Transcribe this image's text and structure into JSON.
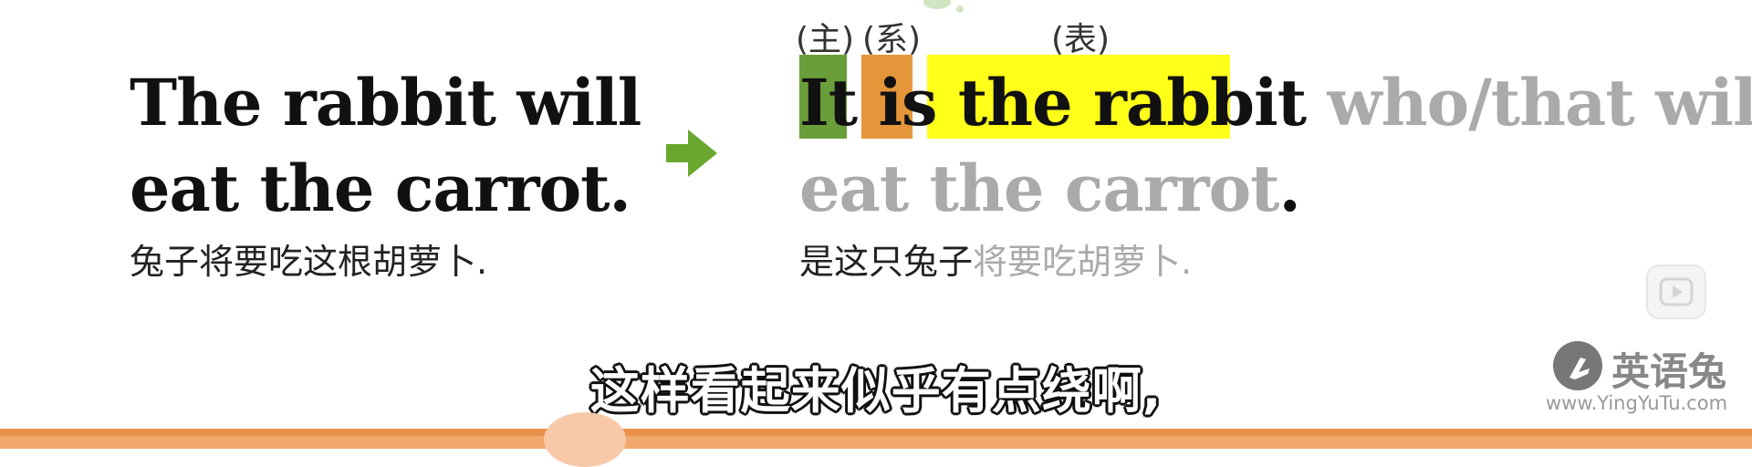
{
  "left": {
    "english_line1": "The rabbit will",
    "english_line2": "eat the carrot.",
    "chinese": "兔子将要吃这根胡萝卜."
  },
  "right": {
    "tags": {
      "subject": "(主)",
      "linking": "(系)",
      "predicative": "(表)"
    },
    "w_it": "It",
    "w_is": "is",
    "w_the_rabbit": "the rabbit",
    "w_rest1": " who/that will",
    "w_rest2": "eat the carrot",
    "w_period": ".",
    "chinese_dark": "是这只兔子",
    "chinese_grey": "将要吃胡萝卜",
    "chinese_period": "."
  },
  "colors": {
    "subject_highlight": "#6a9e3a",
    "linking_highlight": "#e5963a",
    "predicative_highlight": "#ffff1a",
    "arrow": "#6aa72f",
    "bottom_bar": "#e8904a"
  },
  "subtitle": "这样看起来似乎有点绕啊,",
  "logo": {
    "name": "英语兔",
    "url": "www.YingYuTu.com"
  },
  "icons": {
    "arrow": "right-arrow-icon",
    "play": "play-button-icon",
    "logo": "rabbit-logo-icon"
  }
}
